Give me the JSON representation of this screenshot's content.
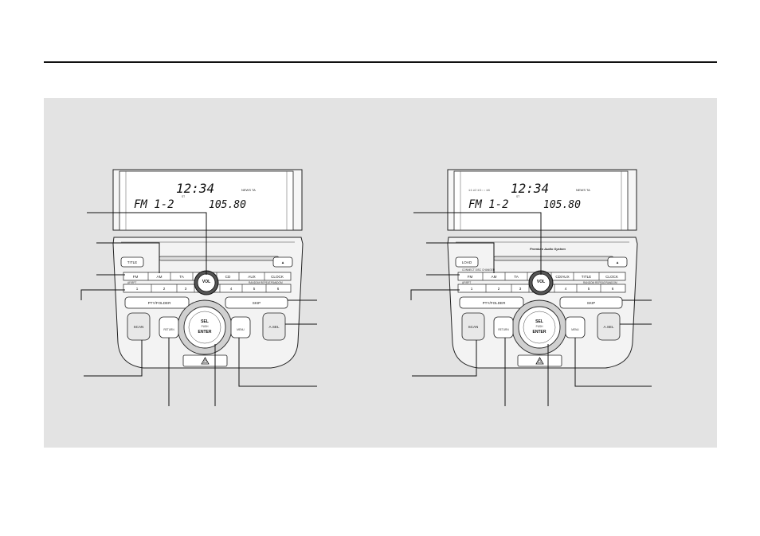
{
  "left_unit": {
    "display": {
      "clock": "12:34",
      "band": "FM 1-2",
      "frequency": "105.80",
      "stereo": "ST",
      "indicators": "NEWS TA"
    },
    "buttons": {
      "title": "TITLE",
      "eject": "▲",
      "fm": "FM",
      "am": "AM",
      "ta": "TA",
      "cd": "CD",
      "aux": "AUX",
      "clock": "CLOCK",
      "vol": "VOL",
      "pty_folder": "PTY/FOLDER",
      "skip": "SKIP",
      "scan": "SCAN",
      "return": "RETURN",
      "sel": "SEL",
      "push": "PUSH",
      "enter": "ENTER",
      "menu": "MENU",
      "asel": "A.SEL",
      "presets": [
        "1",
        "2",
        "3",
        "4",
        "5",
        "6"
      ],
      "rds_label": "AF/RPT",
      "random_label": "RANDOM REPEAT/RANDOM"
    }
  },
  "right_unit": {
    "display": {
      "clock": "12:34",
      "band": "FM 1-2",
      "frequency": "105.80",
      "stereo": "ST",
      "indicators": "NEWS TA",
      "disc_indicators": "①1 ②2 ③3 ○ ○ ⑥6"
    },
    "brand": "Premium Audio System",
    "buttons": {
      "load": "LOAD",
      "title": "TITLE",
      "eject": "▲",
      "fm": "FM",
      "am": "AM",
      "ta": "TA",
      "cd_aux": "CD/AUX",
      "clock": "CLOCK",
      "vol": "VOL",
      "pty_folder": "PTY/FOLDER",
      "skip": "SKIP",
      "scan": "SCAN",
      "return": "RETURN",
      "sel": "SEL",
      "push": "PUSH",
      "enter": "ENTER",
      "menu": "MENU",
      "asel": "A.SEL",
      "presets": [
        "1",
        "2",
        "3",
        "4",
        "5",
        "6"
      ],
      "rds_label": "AF/RPT",
      "changer_label": "CONNECT DISC CHANGER",
      "random_label": "RANDOM REPEAT/RANDOM"
    }
  }
}
